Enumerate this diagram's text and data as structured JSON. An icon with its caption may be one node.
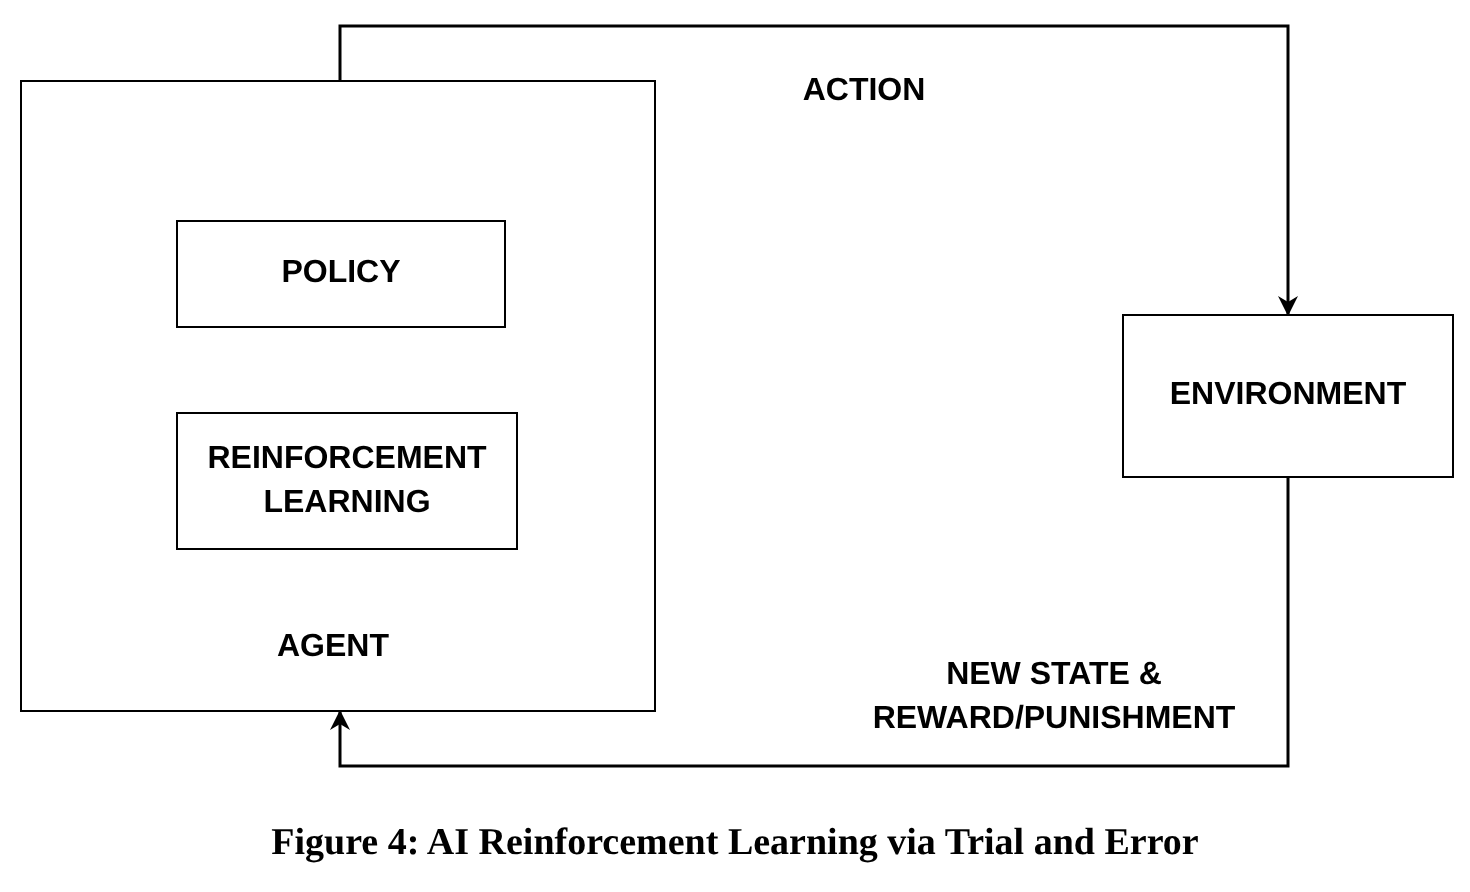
{
  "diagram": {
    "caption": "Figure 4: AI Reinforcement Learning via Trial and Error",
    "nodes": [
      {
        "text": [
          "AGENT"
        ]
      },
      {
        "text": [
          "POLICY"
        ],
        "in": 0
      },
      {
        "text": [
          "REINFORCEMENT LEARNING"
        ],
        "in": 0
      },
      {
        "text": [
          "ENVIRONMENT"
        ]
      }
    ],
    "edges": [
      {
        "from": 0,
        "to": 3,
        "arrow": "to",
        "label": "ACTION"
      },
      {
        "from": 3,
        "to": 0,
        "arrow": "to",
        "label": "NEW STATE & REWARD/PUNISHMENT"
      }
    ]
  }
}
